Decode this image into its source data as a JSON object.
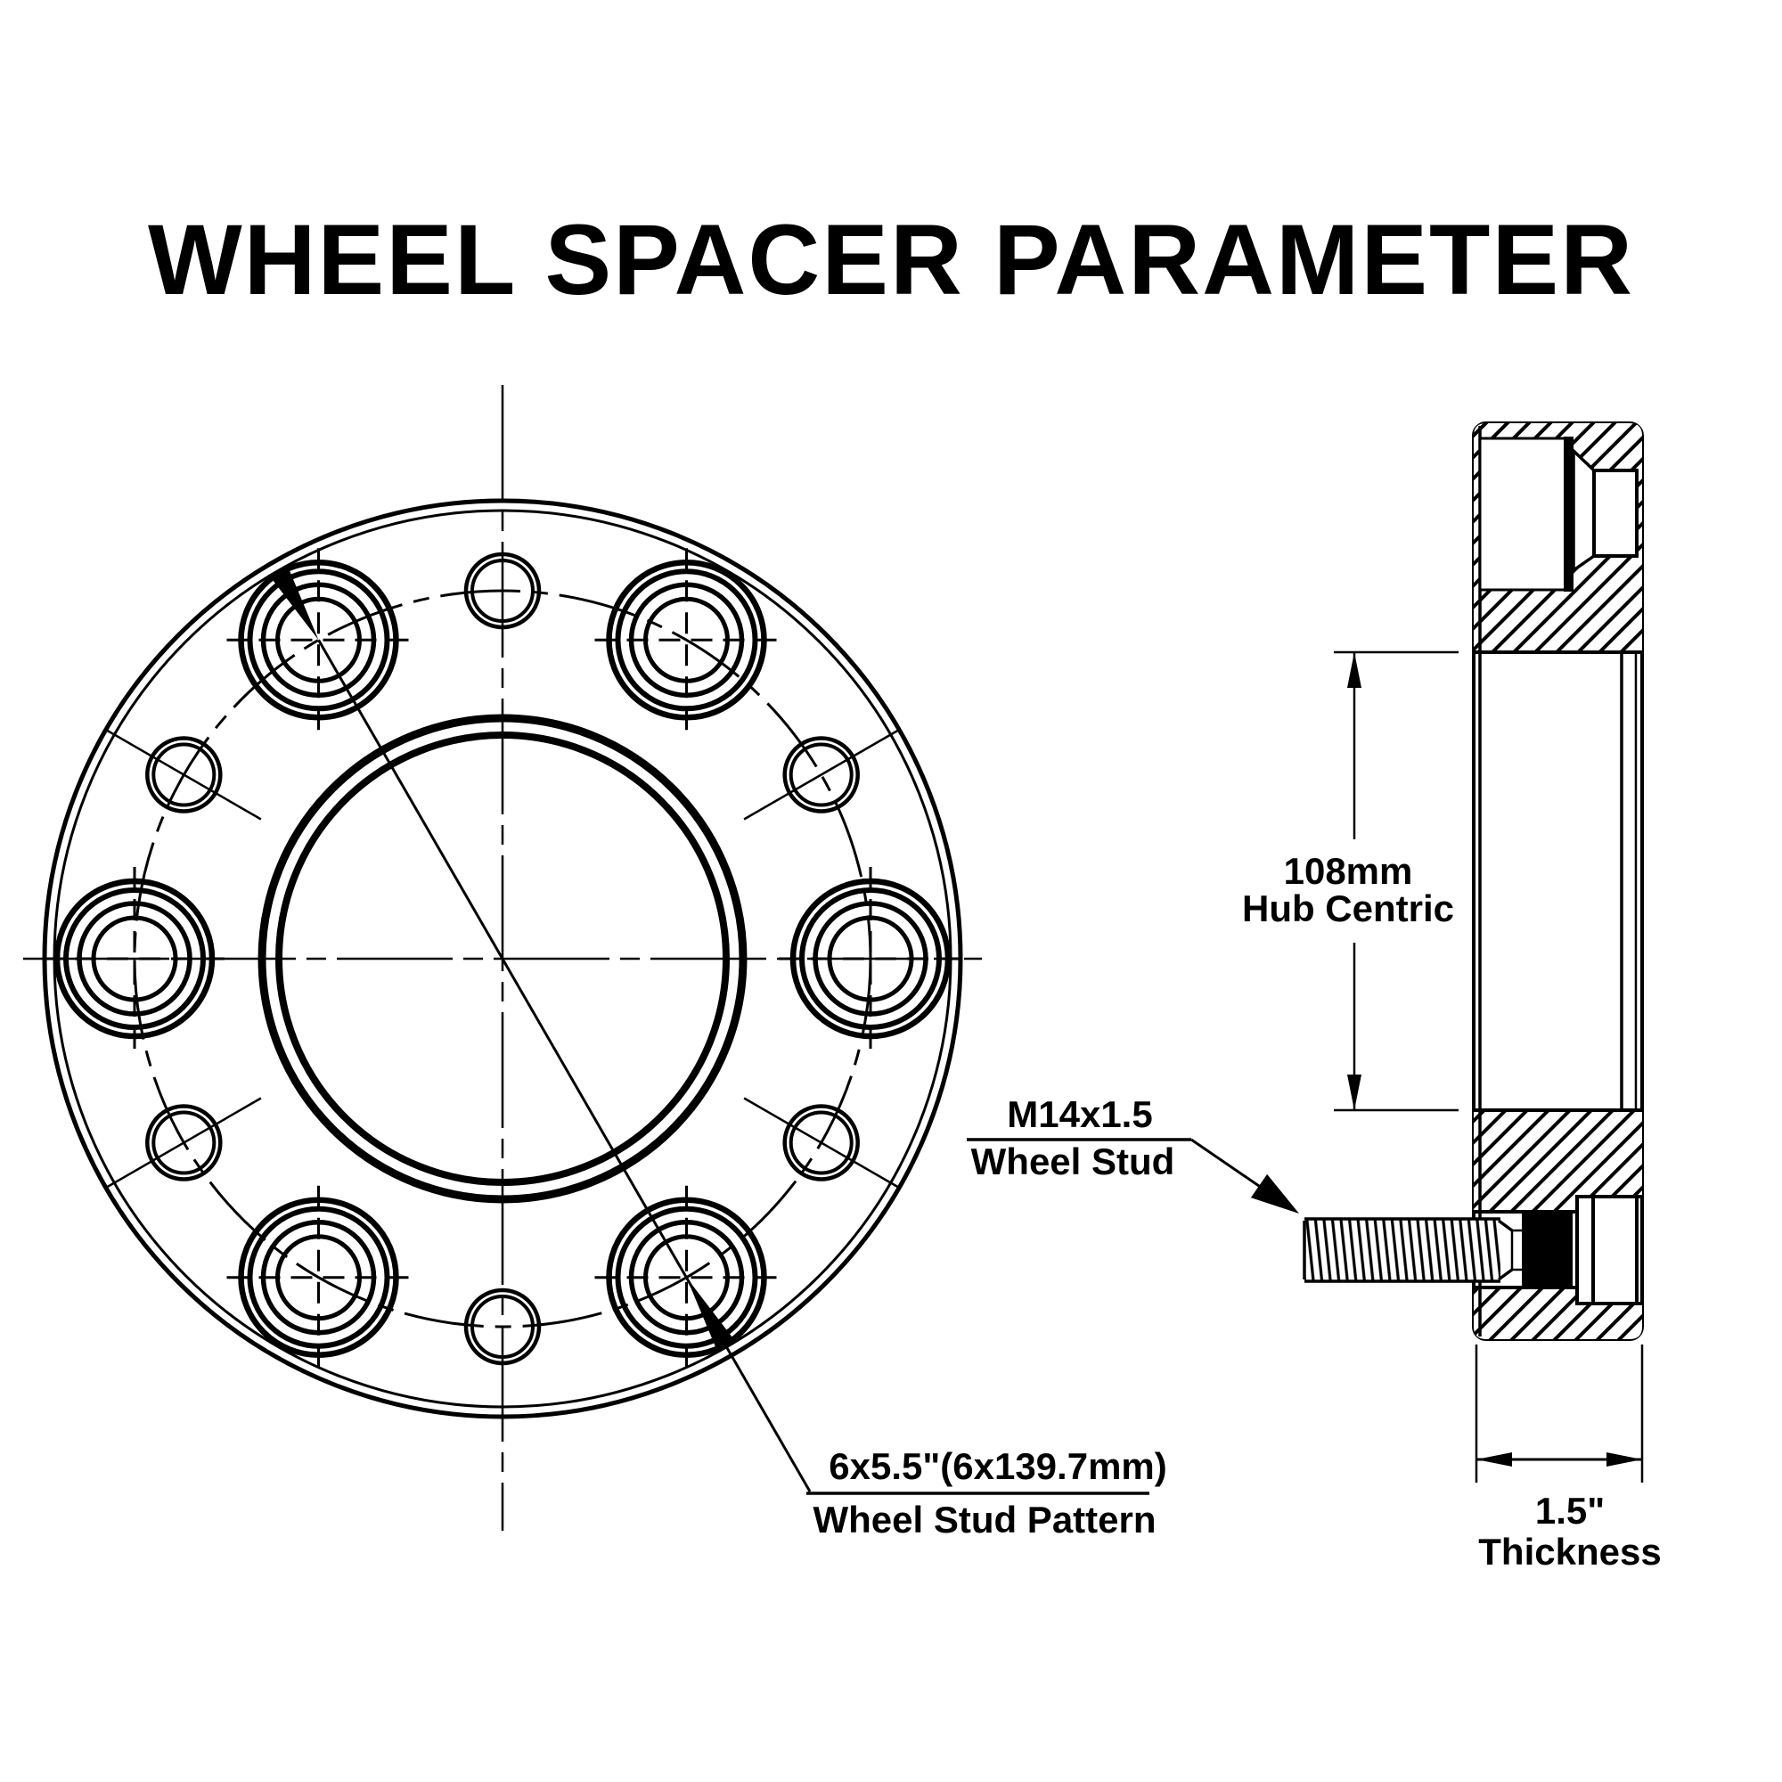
{
  "colors": {
    "ink": "#000000",
    "paper": "#ffffff"
  },
  "title": "WHEEL SPACER PARAMETER",
  "annotations": {
    "hub_centric": {
      "value": "108mm",
      "label": "Hub Centric"
    },
    "wheel_stud": {
      "value": "M14x1.5",
      "label": "Wheel Stud"
    },
    "stud_pattern": {
      "value": "6x5.5\"(6x139.7mm)",
      "label": "Wheel Stud Pattern"
    },
    "thickness": {
      "value": "1.5\"",
      "label": "Thickness"
    }
  }
}
